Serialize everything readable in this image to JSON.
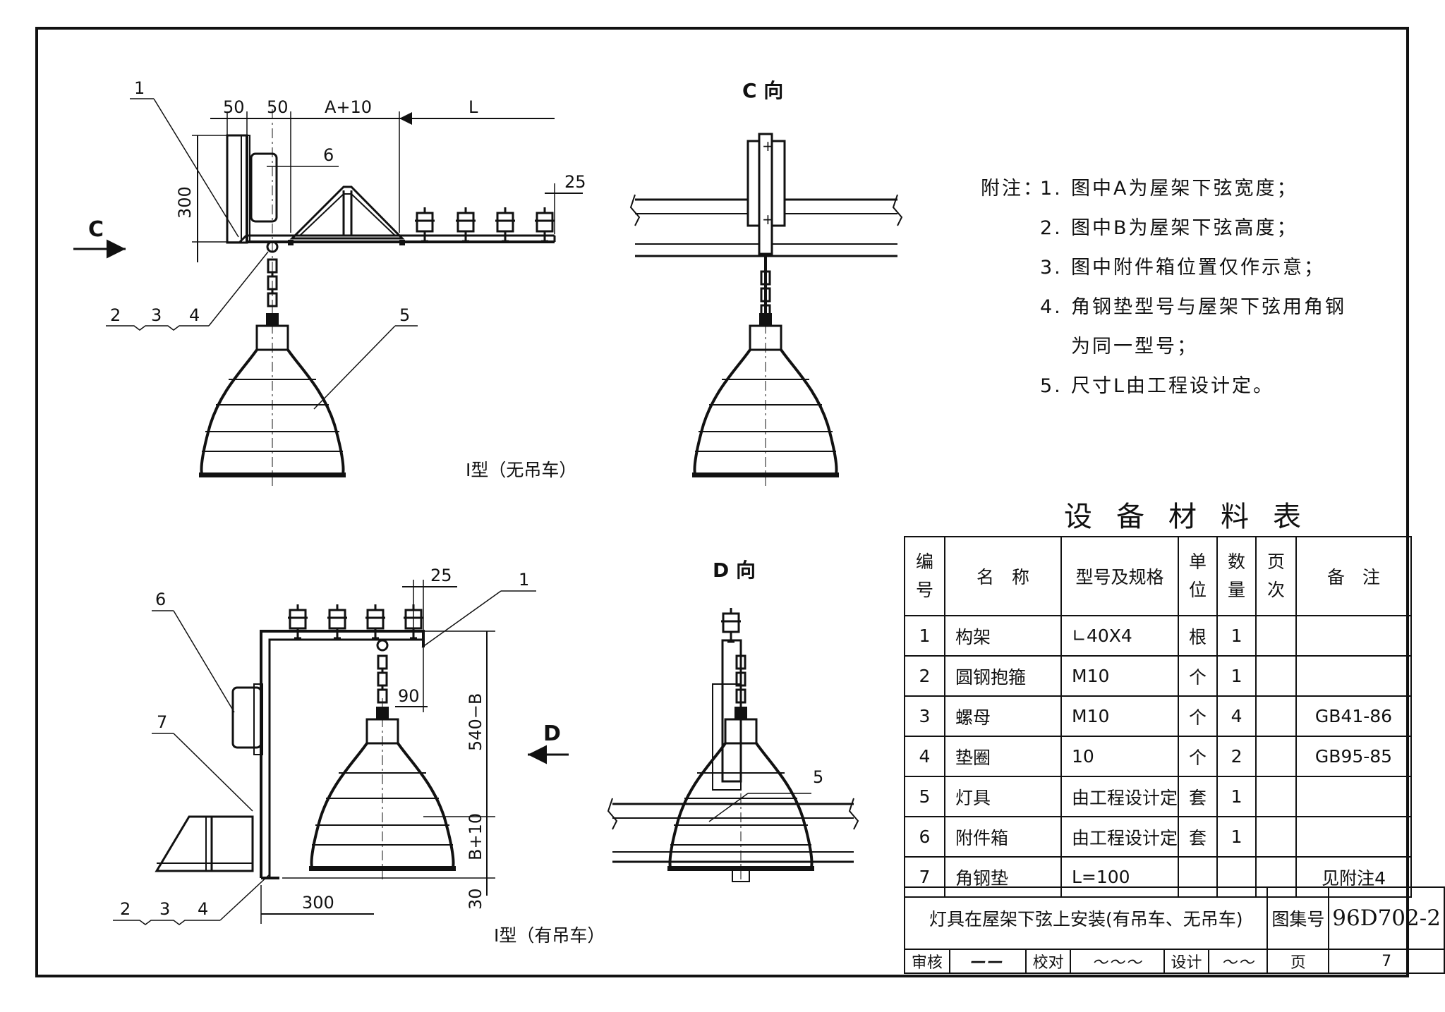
{
  "views": {
    "c_arrow_label": "C",
    "c_view_title": "C 向",
    "d_arrow_label": "D",
    "d_view_title": "D 向",
    "type1_caption": "Ⅰ型（无吊车）",
    "type2_caption": "Ⅰ型（有吊车）"
  },
  "dims_top": {
    "d50a": "50",
    "d50b": "50",
    "dA10": "A+10",
    "dL": "L",
    "d25": "25",
    "d300": "300"
  },
  "dims_bottom": {
    "d25": "25",
    "d90": "90",
    "d540B": "540−B",
    "dB10": "B+10",
    "d30": "30",
    "d300": "300"
  },
  "callouts_top": {
    "c1": "1",
    "c6": "6",
    "c5": "5",
    "c2": "2",
    "c3": "3",
    "c4": "4"
  },
  "callouts_bottom": {
    "c1": "1",
    "c6": "6",
    "c7": "7",
    "c5": "5",
    "c2": "2",
    "c3": "3",
    "c4": "4"
  },
  "notes": {
    "heading": "附注：",
    "items": [
      {
        "num": "1.",
        "text": "图中A为屋架下弦宽度；"
      },
      {
        "num": "2.",
        "text": "图中B为屋架下弦高度；"
      },
      {
        "num": "3.",
        "text": "图中附件箱位置仅作示意；"
      },
      {
        "num": "4.",
        "text": "角钢垫型号与屋架下弦用角钢"
      },
      {
        "num": "",
        "text": "为同一型号；"
      },
      {
        "num": "5.",
        "text": "尺寸L由工程设计定。"
      }
    ]
  },
  "table": {
    "title": "设备材料表",
    "headers": {
      "no_1": "编",
      "no_2": "号",
      "name": "名　称",
      "spec": "型号及规格",
      "unit_1": "单",
      "unit_2": "位",
      "qty_1": "数",
      "qty_2": "量",
      "page_1": "页",
      "page_2": "次",
      "remark": "备　注"
    },
    "rows": [
      {
        "no": "1",
        "name": "构架",
        "spec": "∟40X4",
        "unit": "根",
        "qty": "1",
        "page": "",
        "remark": ""
      },
      {
        "no": "2",
        "name": "圆钢抱箍",
        "spec": "M10",
        "unit": "个",
        "qty": "1",
        "page": "",
        "remark": ""
      },
      {
        "no": "3",
        "name": "螺母",
        "spec": "M10",
        "unit": "个",
        "qty": "4",
        "page": "",
        "remark": "GB41-86"
      },
      {
        "no": "4",
        "name": "垫圈",
        "spec": "10",
        "unit": "个",
        "qty": "2",
        "page": "",
        "remark": "GB95-85"
      },
      {
        "no": "5",
        "name": "灯具",
        "spec": "由工程设计定",
        "unit": "套",
        "qty": "1",
        "page": "",
        "remark": ""
      },
      {
        "no": "6",
        "name": "附件箱",
        "spec": "由工程设计定",
        "unit": "套",
        "qty": "1",
        "page": "",
        "remark": ""
      },
      {
        "no": "7",
        "name": "角钢垫",
        "spec": "L=100",
        "unit": "",
        "qty": "",
        "page": "",
        "remark": "见附注4"
      }
    ]
  },
  "title_block": {
    "title": "灯具在屋架下弦上安装(有吊车、无吊车)",
    "atlas_label": "图集号",
    "atlas_no": "96D702-2",
    "review_label": "审核",
    "check_label": "校对",
    "design_label": "设计",
    "page_label": "页",
    "page_no": "7"
  }
}
